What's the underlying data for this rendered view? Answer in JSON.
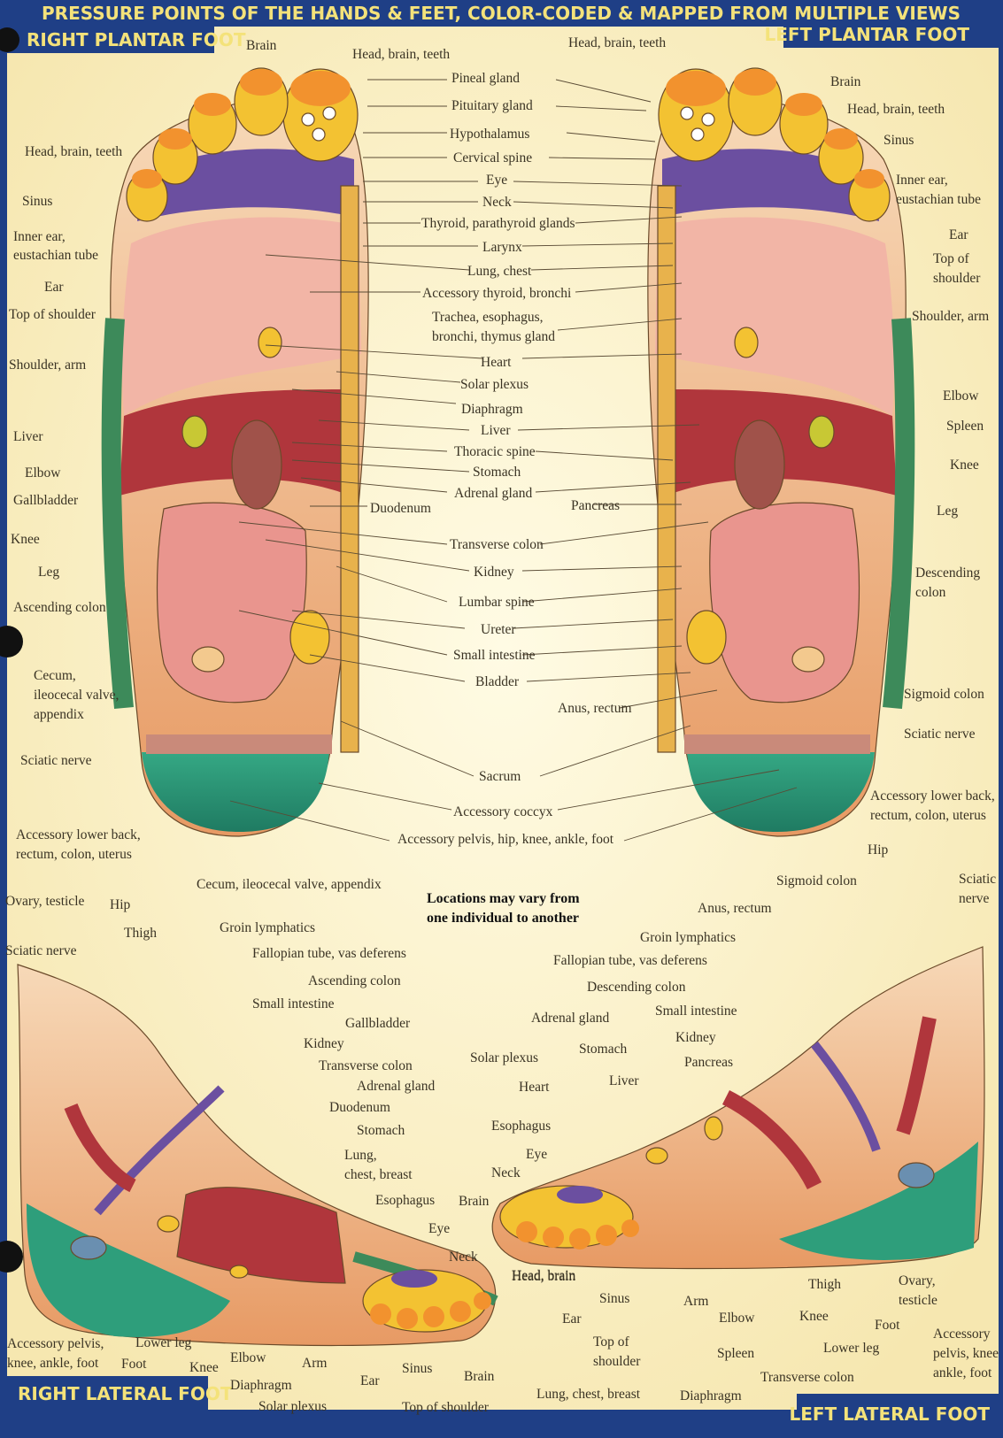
{
  "header": {
    "title": "PRESSURE POINTS OF THE HANDS & FEET, COLOR-CODED & MAPPED FROM MULTIPLE VIEWS"
  },
  "panels": {
    "right_plantar": "RIGHT PLANTAR FOOT",
    "left_plantar": "LEFT PLANTAR FOOT",
    "right_lateral": "RIGHT LATERAL FOOT",
    "left_lateral": "LEFT LATERAL FOOT"
  },
  "note": {
    "line1": "Locations may vary from",
    "line2": "one individual to another"
  },
  "plantar_center_labels": [
    "Pineal gland",
    "Pituitary gland",
    "Hypothalamus",
    "Cervical spine",
    "Eye",
    "Neck",
    "Thyroid, parathyroid glands",
    "Larynx",
    "Lung, chest",
    "Accessory thyroid, bronchi",
    "Trachea, esophagus,",
    "bronchi, thymus gland",
    "Heart",
    "Solar plexus",
    "Diaphragm",
    "Liver",
    "Thoracic spine",
    "Stomach",
    "Adrenal gland",
    "Transverse colon",
    "Kidney",
    "Lumbar spine",
    "Ureter",
    "Small intestine",
    "Bladder",
    "Sacrum",
    "Accessory coccyx",
    "Accessory pelvis, hip, knee, ankle, foot"
  ],
  "right_plantar_labels": [
    "Brain",
    "Head, brain, teeth",
    "Head, brain, teeth",
    "Sinus",
    "Inner ear,",
    "eustachian tube",
    "Ear",
    "Top of shoulder",
    "Shoulder, arm",
    "Liver",
    "Elbow",
    "Gallbladder",
    "Knee",
    "Leg",
    "Ascending colon",
    "Cecum,",
    "ileocecal valve,",
    "appendix",
    "Sciatic nerve",
    "Duodenum"
  ],
  "left_plantar_labels": [
    "Head, brain, teeth",
    "Brain",
    "Head, brain, teeth",
    "Sinus",
    "Inner ear,",
    "eustachian tube",
    "Ear",
    "Top of",
    "shoulder",
    "Shoulder, arm",
    "Elbow",
    "Spleen",
    "Knee",
    "Leg",
    "Pancreas",
    "Descending",
    "colon",
    "Sigmoid colon",
    "Anus, rectum",
    "Sciatic nerve",
    "Accessory lower back,",
    "rectum, colon, uterus"
  ],
  "right_lateral_labels": [
    "Accessory lower back,",
    "rectum, colon, uterus",
    "Cecum, ileocecal valve, appendix",
    "Ovary, testicle",
    "Hip",
    "Thigh",
    "Sciatic nerve",
    "Groin lymphatics",
    "Fallopian tube, vas deferens",
    "Ascending colon",
    "Small intestine",
    "Gallbladder",
    "Kidney",
    "Transverse colon",
    "Adrenal gland",
    "Duodenum",
    "Stomach",
    "Lung,",
    "chest, breast",
    "Esophagus",
    "Eye",
    "Neck",
    "Head, brain",
    "Brain",
    "Sinus",
    "Ear",
    "Top of shoulder",
    "Solar plexus",
    "Diaphragm",
    "Arm",
    "Elbow",
    "Knee",
    "Foot",
    "Lower leg",
    "Accessory pelvis,",
    "knee, ankle, foot"
  ],
  "left_lateral_labels": [
    "Hip",
    "Sigmoid colon",
    "Sciatic",
    "nerve",
    "Anus, rectum",
    "Groin lymphatics",
    "Fallopian tube, vas deferens",
    "Descending colon",
    "Adrenal gland",
    "Small intestine",
    "Solar plexus",
    "Stomach",
    "Kidney",
    "Pancreas",
    "Heart",
    "Liver",
    "Esophagus",
    "Eye",
    "Neck",
    "Brain",
    "Head, brain",
    "Sinus",
    "Ear",
    "Arm",
    "Top of",
    "shoulder",
    "Elbow",
    "Spleen",
    "Thigh",
    "Knee",
    "Ovary,",
    "testicle",
    "Foot",
    "Lower leg",
    "Transverse colon",
    "Accessory",
    "pelvis, knee",
    "ankle, foot",
    "Lung, chest, breast",
    "Diaphragm"
  ],
  "colors": {
    "banner": "#1f3f86",
    "background": "#fbf4cf",
    "toes": "#f3c232",
    "head_zone": "#6b4fa0",
    "lung_zone": "#f2b5a6",
    "spine": "#e8b24c",
    "liver": "#b0363c",
    "heel": "#2e9e7b",
    "edge": "#3d8a5a"
  }
}
